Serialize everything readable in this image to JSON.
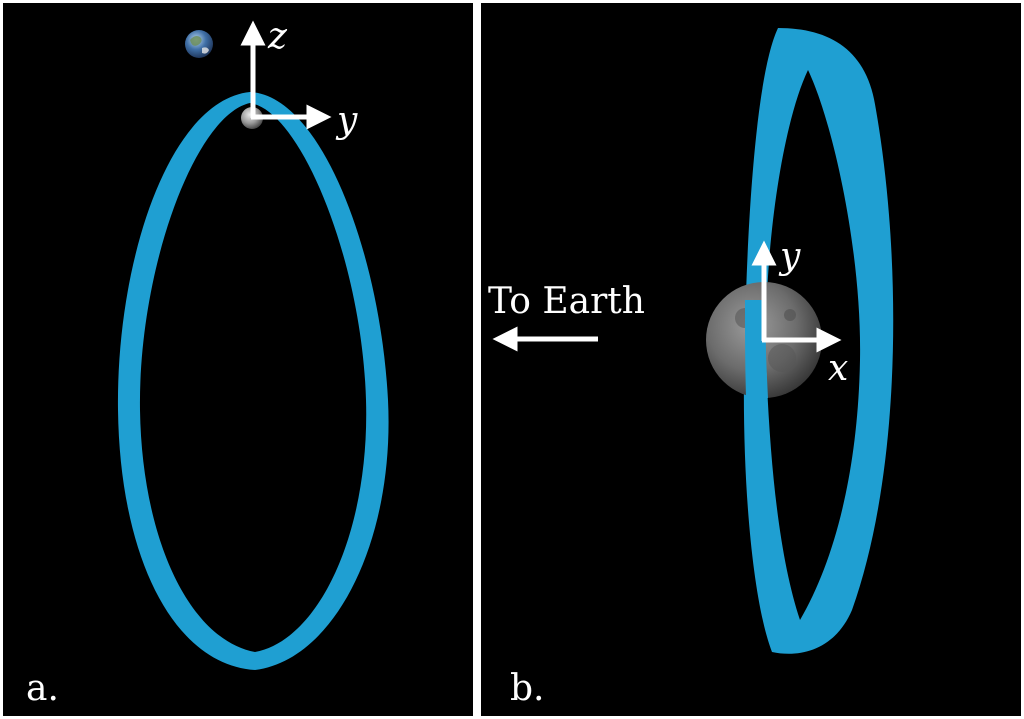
{
  "colors": {
    "background": "#000000",
    "divider": "#ffffff",
    "orbit": "#1f9fd2",
    "arrow": "#ffffff",
    "text": "#ffffff"
  },
  "panels": [
    {
      "panel_label": "a.",
      "axes": {
        "vertical": "z",
        "horizontal": "y"
      },
      "icons": [
        "earth-icon",
        "moon-icon"
      ]
    },
    {
      "panel_label": "b.",
      "axes": {
        "vertical": "y",
        "horizontal": "x"
      },
      "direction_text": "To Earth",
      "icons": [
        "moon-icon"
      ]
    }
  ]
}
